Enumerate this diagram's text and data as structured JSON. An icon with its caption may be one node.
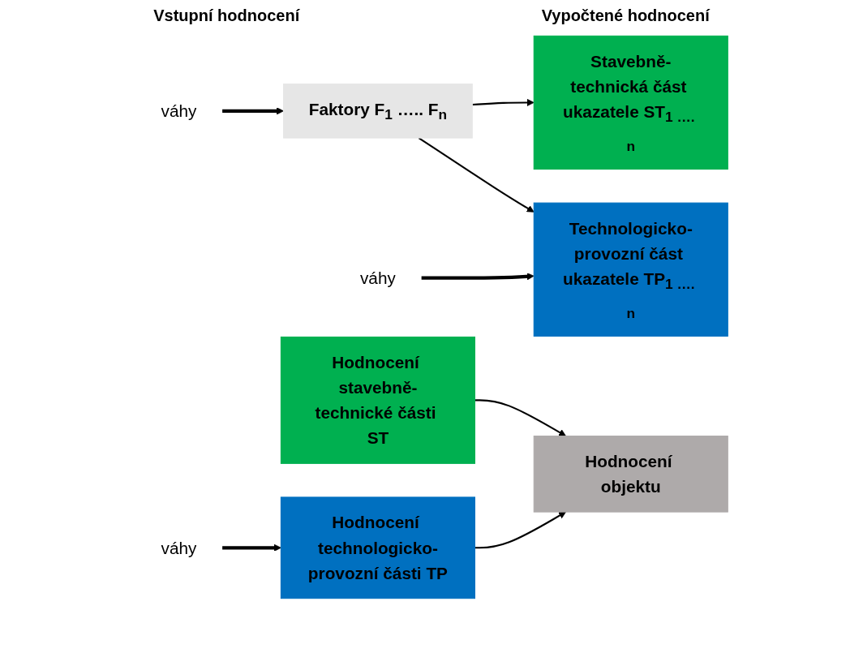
{
  "diagram": {
    "nodes": [
      {
        "text": [
          "Faktory F$_{1}$ ….. F$_{n}$"
        ]
      },
      {
        "text": [
          "Stavebně-technická část ukazatele ST$_{1 …. n}$"
        ]
      },
      {
        "text": [
          "Technologicko-provozní část ukazatele TP$_{1 …. n}$"
        ]
      },
      {
        "text": [
          "Hodnocení stavebně-technické části ST"
        ]
      },
      {
        "text": [
          "Hodnocení technologicko-provozní části TP"
        ]
      },
      {
        "text": [
          "Hodnocení objektu"
        ]
      },
      {
        "text": [
          "váhy"
        ]
      },
      {
        "text": [
          "váhy"
        ]
      },
      {
        "text": [
          "váhy"
        ]
      }
    ],
    "edges": [
      {
        "from": 0,
        "to": 1,
        "arrow": "to"
      },
      {
        "from": 0,
        "to": 2,
        "arrow": "to"
      },
      {
        "from": 3,
        "to": 5,
        "arrow": "to"
      },
      {
        "from": 4,
        "to": 5,
        "arrow": "to"
      },
      {
        "from": 6,
        "to": 0,
        "arrow": "to",
        "style": "thick"
      },
      {
        "from": 7,
        "to": 2,
        "arrow": "to",
        "style": "thick"
      },
      {
        "from": 8,
        "to": 4,
        "arrow": "to",
        "style": "thick"
      }
    ],
    "labels": [
      "Vstupní hodnocení",
      "Vypočtené hodnocení"
    ]
  }
}
